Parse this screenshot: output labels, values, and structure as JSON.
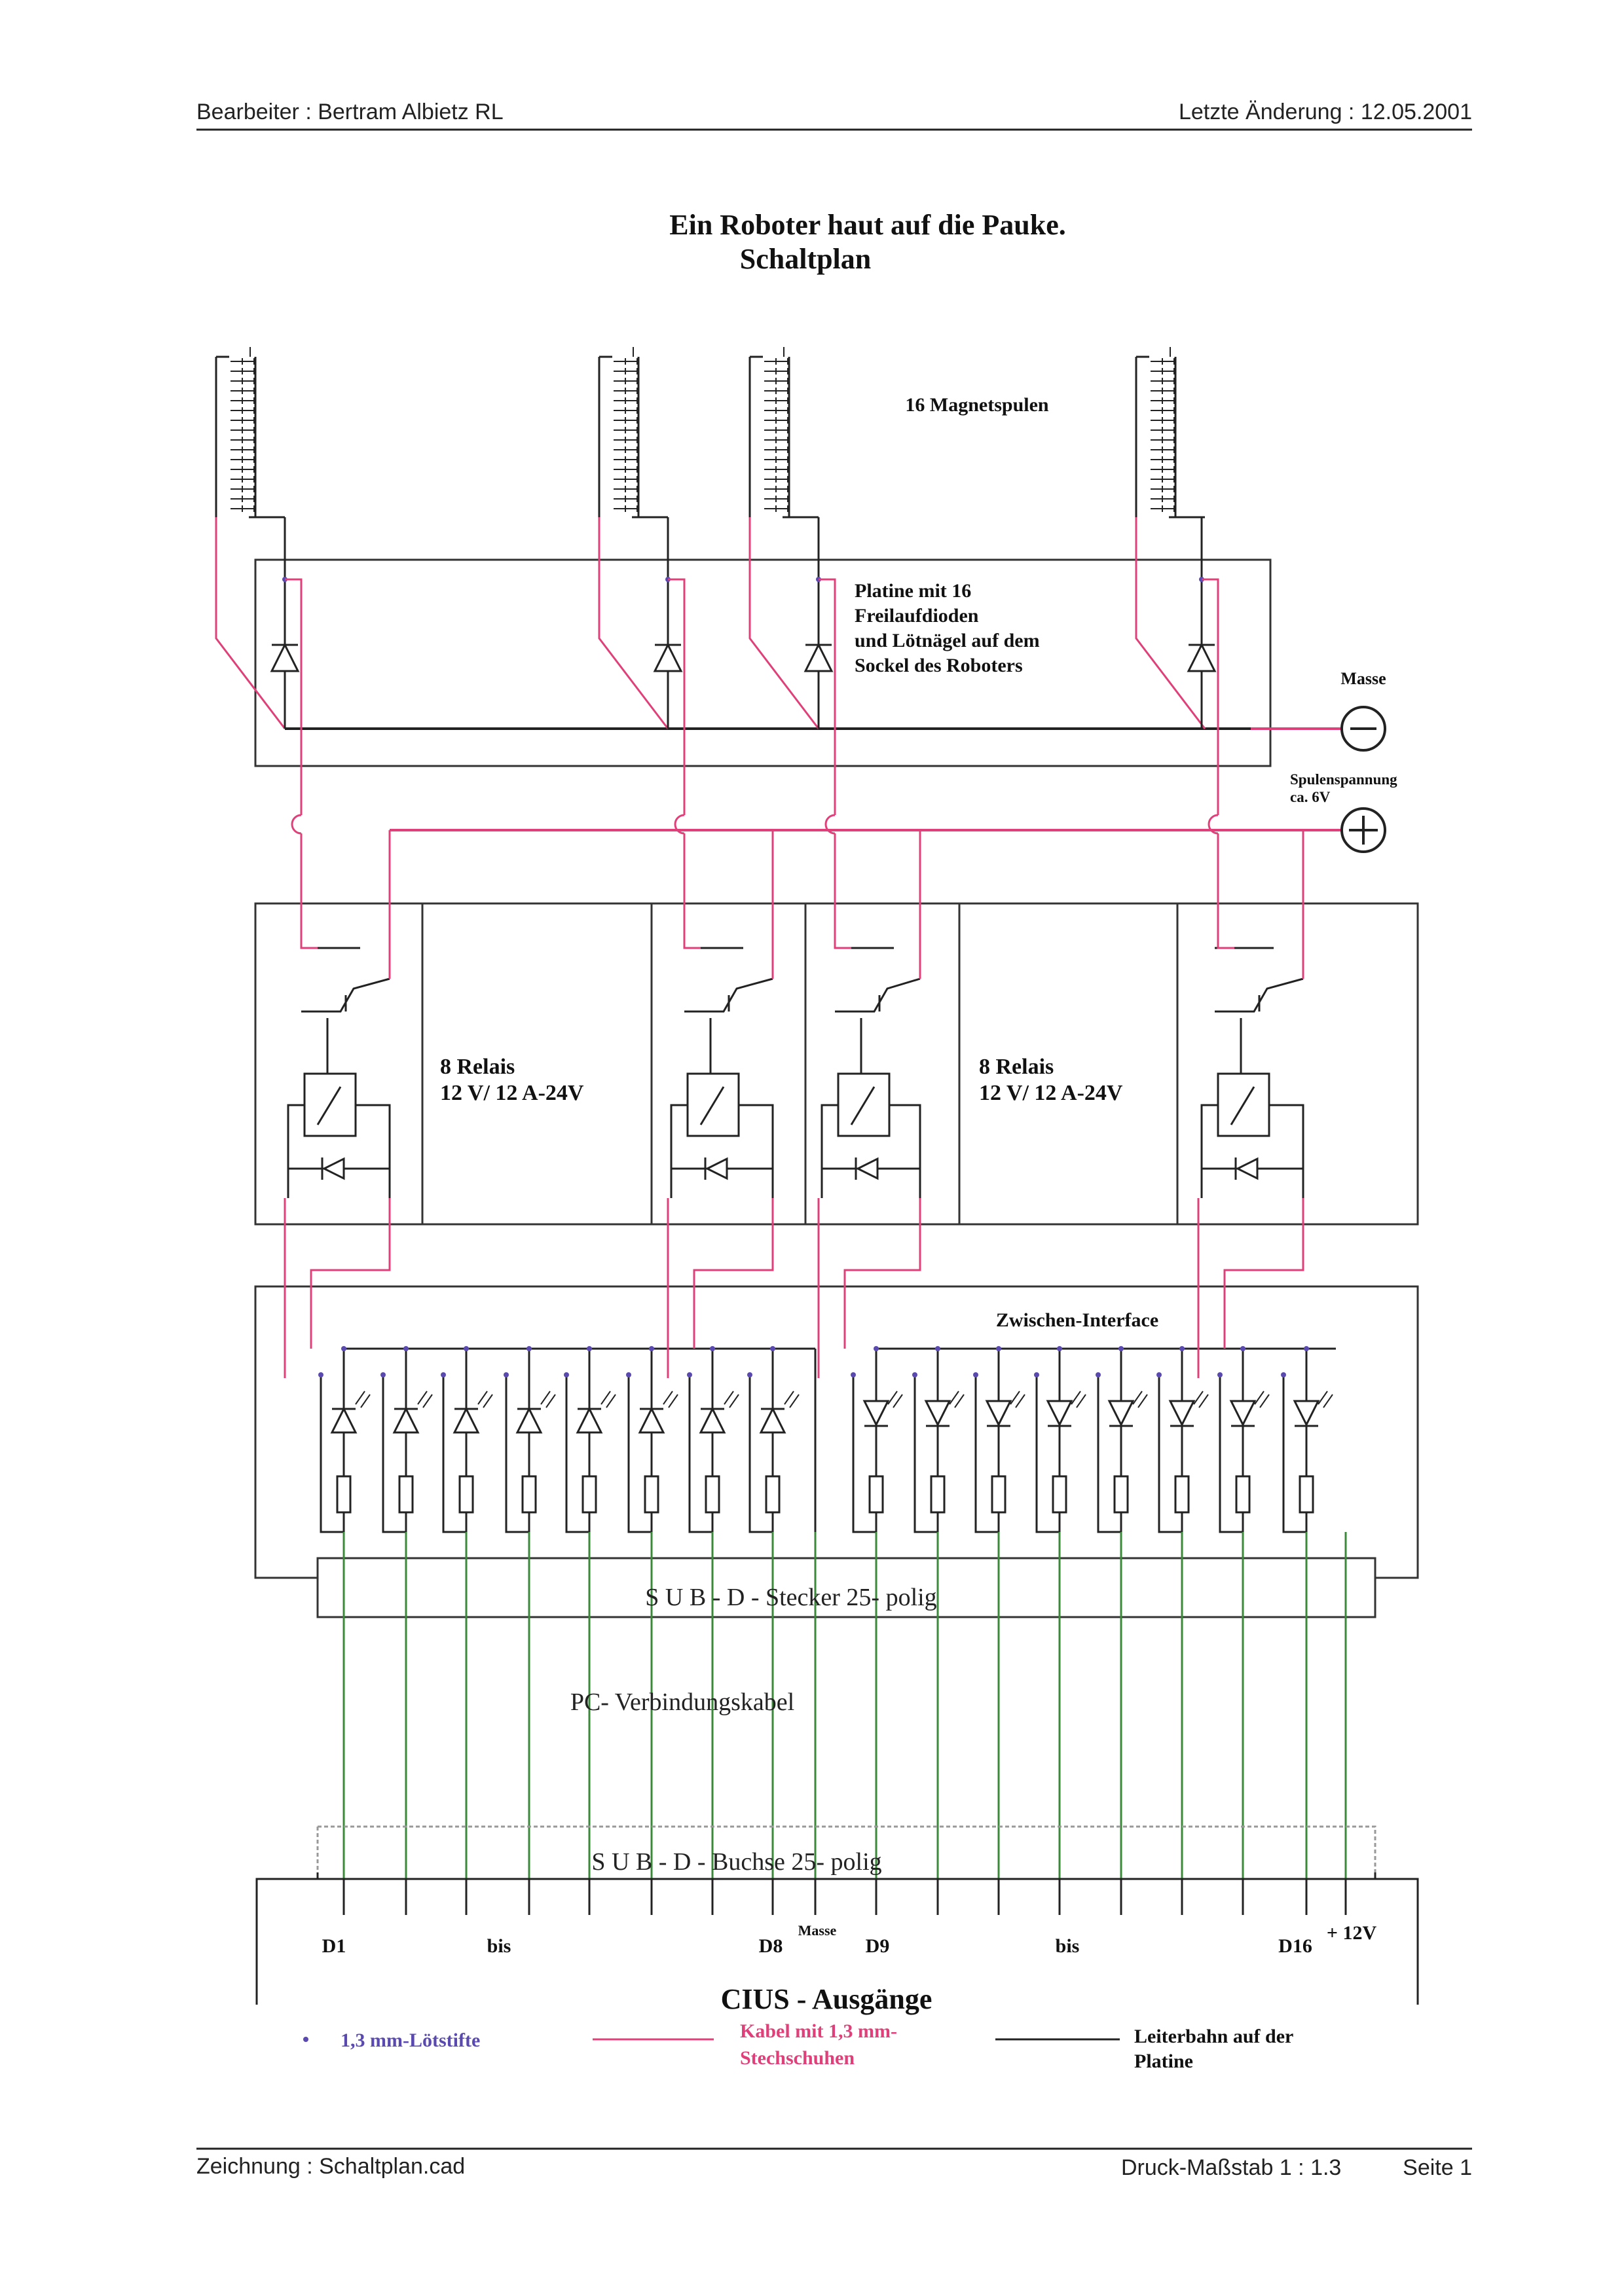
{
  "header": {
    "editor": "Bearbeiter : Bertram Albietz RL",
    "last_change": "Letzte Änderung : 12.05.2001"
  },
  "title": {
    "line1": "Ein Roboter haut auf die Pauke.",
    "line2": "Schaltplan"
  },
  "labels": {
    "coils": "16 Magnetspulen",
    "board_1": "Platine mit 16",
    "board_2": "Freilaufdioden",
    "board_3": "und Lötnägel auf dem",
    "board_4": "Sockel des Roboters",
    "ground": "Masse",
    "coil_voltage_1": "Spulenspannung",
    "coil_voltage_2": "ca. 6V",
    "relay_left_1": "8 Relais",
    "relay_left_2": "12 V/ 12 A-24V",
    "relay_right_1": "8 Relais",
    "relay_right_2": "12 V/ 12 A-24V",
    "interface": "Zwischen-Interface",
    "subd_plug": "S U B - D - Stecker 25- polig",
    "pc_cable": "PC- Verbindungskabel",
    "subd_socket": "S U B - D - Buchse 25- polig",
    "pin_d1": "D1",
    "pin_bis1": "bis",
    "pin_d8": "D8",
    "pin_masse": "Masse",
    "pin_d9": "D9",
    "pin_bis2": "bis",
    "pin_d16": "D16",
    "pin_12v": "+ 12V",
    "cius": "CIUS - Ausgänge"
  },
  "legend": {
    "pins": "1,3 mm-Lötstifte",
    "cable_1": "Kabel mit 1,3 mm-",
    "cable_2": "Stechschuhen",
    "trace_1": "Leiterbahn auf der",
    "trace_2": "Platine"
  },
  "footer": {
    "drawing": "Zeichnung :  Schaltplan.cad",
    "scale": "Druck-Maßstab 1 : 1.3",
    "page": "Seite 1"
  },
  "colors": {
    "cable": "#e0407a",
    "trace": "#222222",
    "pc_cable": "#3a8a3a",
    "pin": "#5a4ab0"
  }
}
